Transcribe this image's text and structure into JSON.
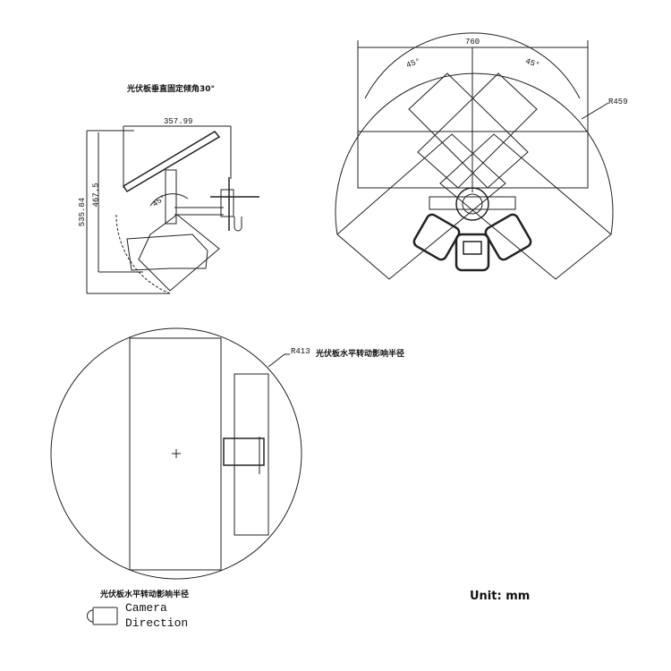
{
  "side_view": {
    "title": "光伏板垂直固定倾角30°",
    "width_dim": "357.99",
    "height_outer_dim": "535.84",
    "height_inner_dim": "467.5",
    "angle": "45°"
  },
  "top_view": {
    "width_dim": "760",
    "angle_left": "45°",
    "angle_right": "45°",
    "radius": "R459"
  },
  "plan_view": {
    "radius_label": "R413",
    "radius_note": "光伏板水平转动影响半径",
    "caption": "光伏板水平转动影响半径"
  },
  "legend": {
    "line1": "Camera",
    "line2": "Direction"
  },
  "unit": "Unit: mm"
}
